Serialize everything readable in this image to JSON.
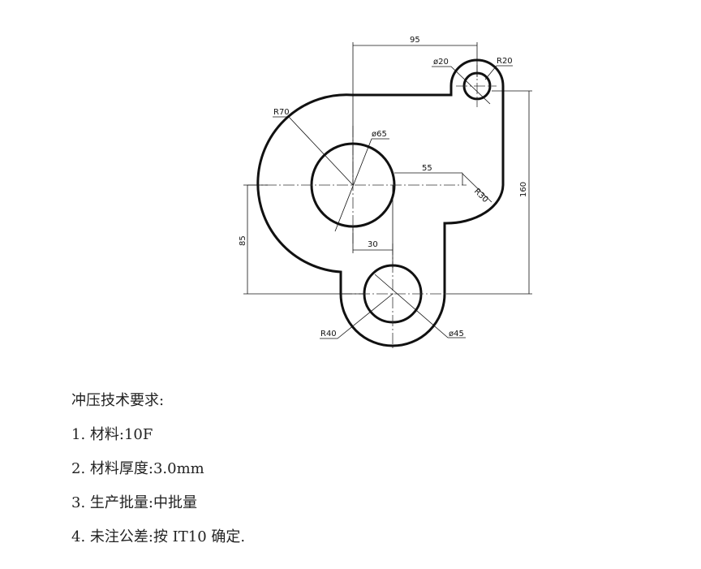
{
  "drawing": {
    "dimensions": {
      "d95": "95",
      "dia20": "ø20",
      "r20": "R20",
      "r70": "R70",
      "dia65": "ø65",
      "d55": "55",
      "r30": "R30",
      "d160": "160",
      "d85": "85",
      "d30": "30",
      "r40": "R40",
      "dia45": "ø45"
    }
  },
  "notes": {
    "title": "冲压技术要求:",
    "items": [
      "1.  材料:10F",
      "2.  材料厚度:3.0mm",
      "3.  生产批量:中批量",
      "4.  未注公差:按 IT10 确定."
    ]
  }
}
